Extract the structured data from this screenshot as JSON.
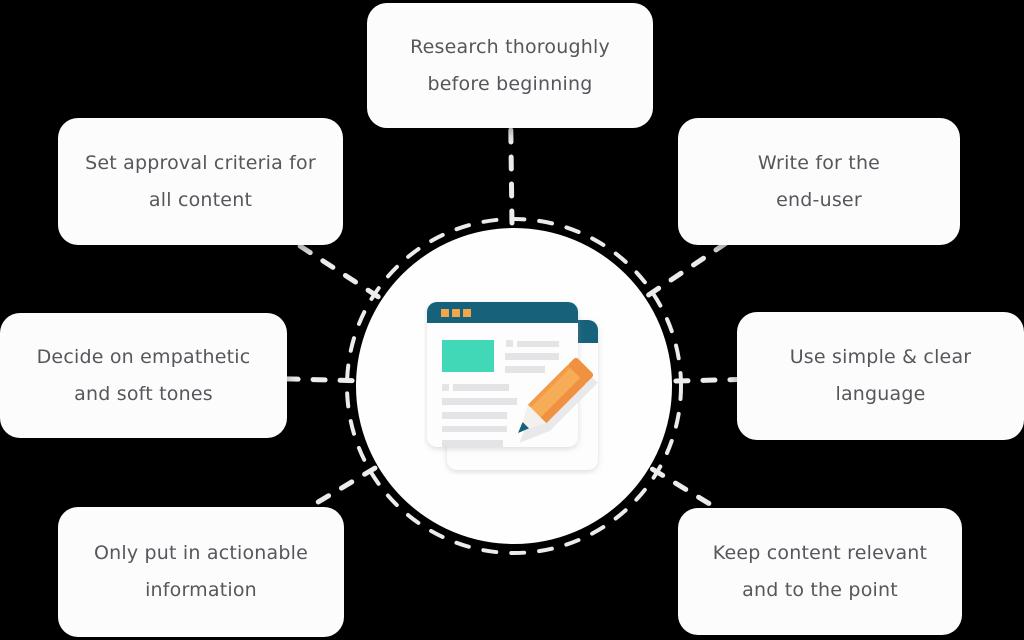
{
  "diagram": {
    "type": "radial-infographic",
    "center_icon": "document-pencil-icon",
    "cards": [
      {
        "id": "research-thoroughly",
        "lines": [
          "Research thoroughly",
          "before beginning"
        ]
      },
      {
        "id": "approval-criteria",
        "lines": [
          "Set approval criteria for",
          "all content"
        ]
      },
      {
        "id": "write-for-end-user",
        "lines": [
          "Write for the",
          "end-user"
        ]
      },
      {
        "id": "empathetic-tones",
        "lines": [
          "Decide on empathetic",
          "and soft tones"
        ]
      },
      {
        "id": "simple-language",
        "lines": [
          "Use simple & clear",
          "language"
        ]
      },
      {
        "id": "actionable-info",
        "lines": [
          "Only put in actionable",
          "information"
        ]
      },
      {
        "id": "relevant-content",
        "lines": [
          "Keep content relevant",
          "and to the point"
        ]
      }
    ]
  },
  "colors": {
    "background": "#000000",
    "card-bg": "#fcfcfd",
    "card-text": "#56575b",
    "dash": "#ececec",
    "circle-fill": "#fefefe",
    "teal": "#17617a",
    "mint": "#41d8b8",
    "orange": "#f2a64b",
    "pencil-light": "#f7ac57",
    "pencil-mid": "#f29b49",
    "pencil-dark": "#ef9140",
    "wood": "#f2f1ee",
    "line-gray": "#e4e4e7",
    "page-white": "#fdfdfe",
    "shadow-gray": "#e9e9ec"
  }
}
